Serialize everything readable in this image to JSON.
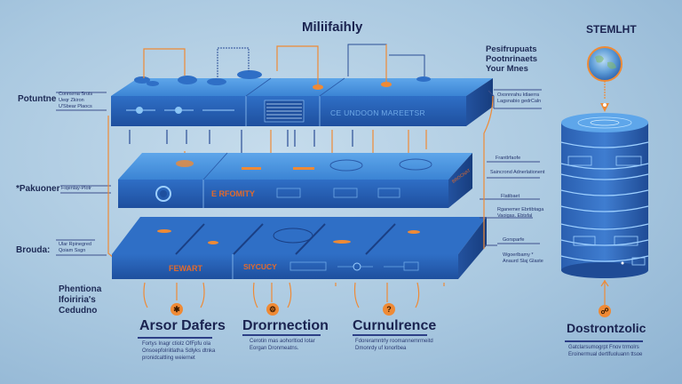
{
  "title": "Miliifaihly",
  "top_right_title": "STEMLHT",
  "colors": {
    "accent_orange": "#ef8a35",
    "device_blue": "#2f66b8",
    "text_navy": "#1a2350"
  },
  "left_labels": [
    {
      "label": "Potuntne",
      "note_lines": [
        "Connsrna Sruts",
        "Ueqr Zkiron",
        "U'Sbear Plaocs"
      ]
    },
    {
      "label": "*Pakuoner",
      "note_lines": [
        "Fiqenlay-Plotr"
      ]
    },
    {
      "label": "Brouda:",
      "note_lines": [
        "Ular Rpinegred",
        "Qoiam Ssgn"
      ]
    },
    {
      "label": "Phentiona Ifoiriria's Cedudno",
      "note_lines": []
    }
  ],
  "right_labels": {
    "heading_lines": [
      "Pesifrupuats",
      "Pootnrinaets",
      "Your Mnes"
    ],
    "note_top": [
      "Oxonnrahu ktlaerra",
      "Lagsnabio gedrCaln"
    ],
    "note_1_title": "Frantlrfaofe",
    "note_1_sub": "Saincrond Adnerlationent",
    "note_2_title": "Flatibaet",
    "note_2_sub": [
      "Rganemer Ebrtibtaga",
      "Vaoigas. Ebtsfal"
    ],
    "note_3_title": "Gorsparfe",
    "note_3_sub": [
      "Wgoerlbamy *",
      "Anaurd Slaj Glaste"
    ]
  },
  "layers": {
    "top": {
      "panel_text": "CE UNDOON MAREETSR"
    },
    "middle": {
      "label": "E RFOMITY",
      "side_text": "BROCNAT"
    },
    "bottom": {
      "label": "FEWART",
      "label_2": "SIYCUCY"
    }
  },
  "bottom_panels": [
    {
      "title": "Arsor Dafers",
      "badge": "✱",
      "desc": [
        "Fortys Inagr ctiolz OfFpfu ola",
        "Onsoepfolriitlatha Sdlyks dtnka",
        "pronidcaltling weiernet"
      ]
    },
    {
      "title": "Drorrnection",
      "badge": "⚙",
      "desc": [
        "Cerotin mas aohorltiod lotar",
        "Eorgan Dronmeatns."
      ]
    },
    {
      "title": "Curnulrence",
      "badge": "?",
      "desc": [
        "Fdoreramntrly roomannemrmeitd",
        "Dmonrdy uf lonorlbea"
      ]
    },
    {
      "title": "Dostrontzolic",
      "badge": "☍",
      "desc": [
        "Gatclarsumogrpt Fnov trrnolrs",
        "Eroinermual dertlfuoluann ttsoe"
      ]
    }
  ]
}
